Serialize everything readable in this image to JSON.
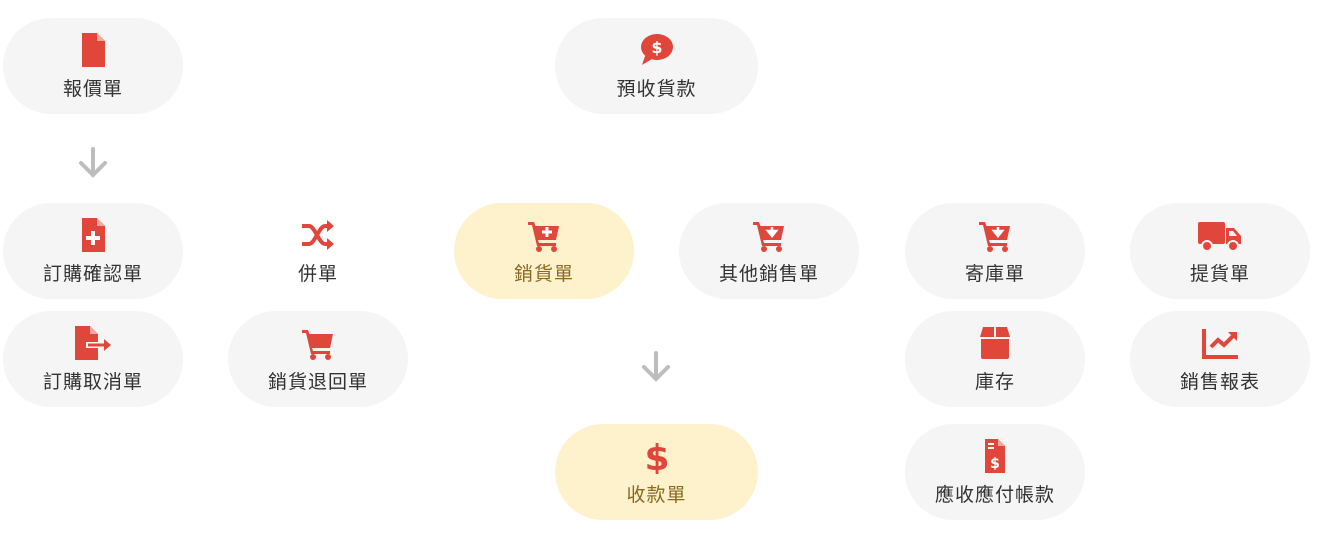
{
  "colors": {
    "icon": "#e0463a",
    "pill": "#f5f5f5",
    "highlight": "#fef2cd",
    "arrow": "#bdbdbd"
  },
  "nodes": {
    "quotation": {
      "label": "報價單",
      "icon": "file-icon"
    },
    "prepayment": {
      "label": "預收貨款",
      "icon": "dollar-chat-icon"
    },
    "order_confirm": {
      "label": "訂購確認單",
      "icon": "file-plus-icon"
    },
    "merge": {
      "label": "併單",
      "icon": "shuffle-icon"
    },
    "sales": {
      "label": "銷貨單",
      "icon": "cart-plus-icon"
    },
    "other_sales": {
      "label": "其他銷售單",
      "icon": "cart-download-icon"
    },
    "consignment": {
      "label": "寄庫單",
      "icon": "cart-download-icon"
    },
    "delivery": {
      "label": "提貨單",
      "icon": "truck-icon"
    },
    "order_cancel": {
      "label": "訂購取消單",
      "icon": "file-export-icon"
    },
    "sales_return": {
      "label": "銷貨退回單",
      "icon": "cart-icon"
    },
    "inventory": {
      "label": "庫存",
      "icon": "box-icon"
    },
    "sales_report": {
      "label": "銷售報表",
      "icon": "chart-line-icon"
    },
    "receipt": {
      "label": "收款單",
      "icon": "dollar-icon"
    },
    "ar_ap": {
      "label": "應收應付帳款",
      "icon": "file-invoice-dollar-icon"
    }
  }
}
